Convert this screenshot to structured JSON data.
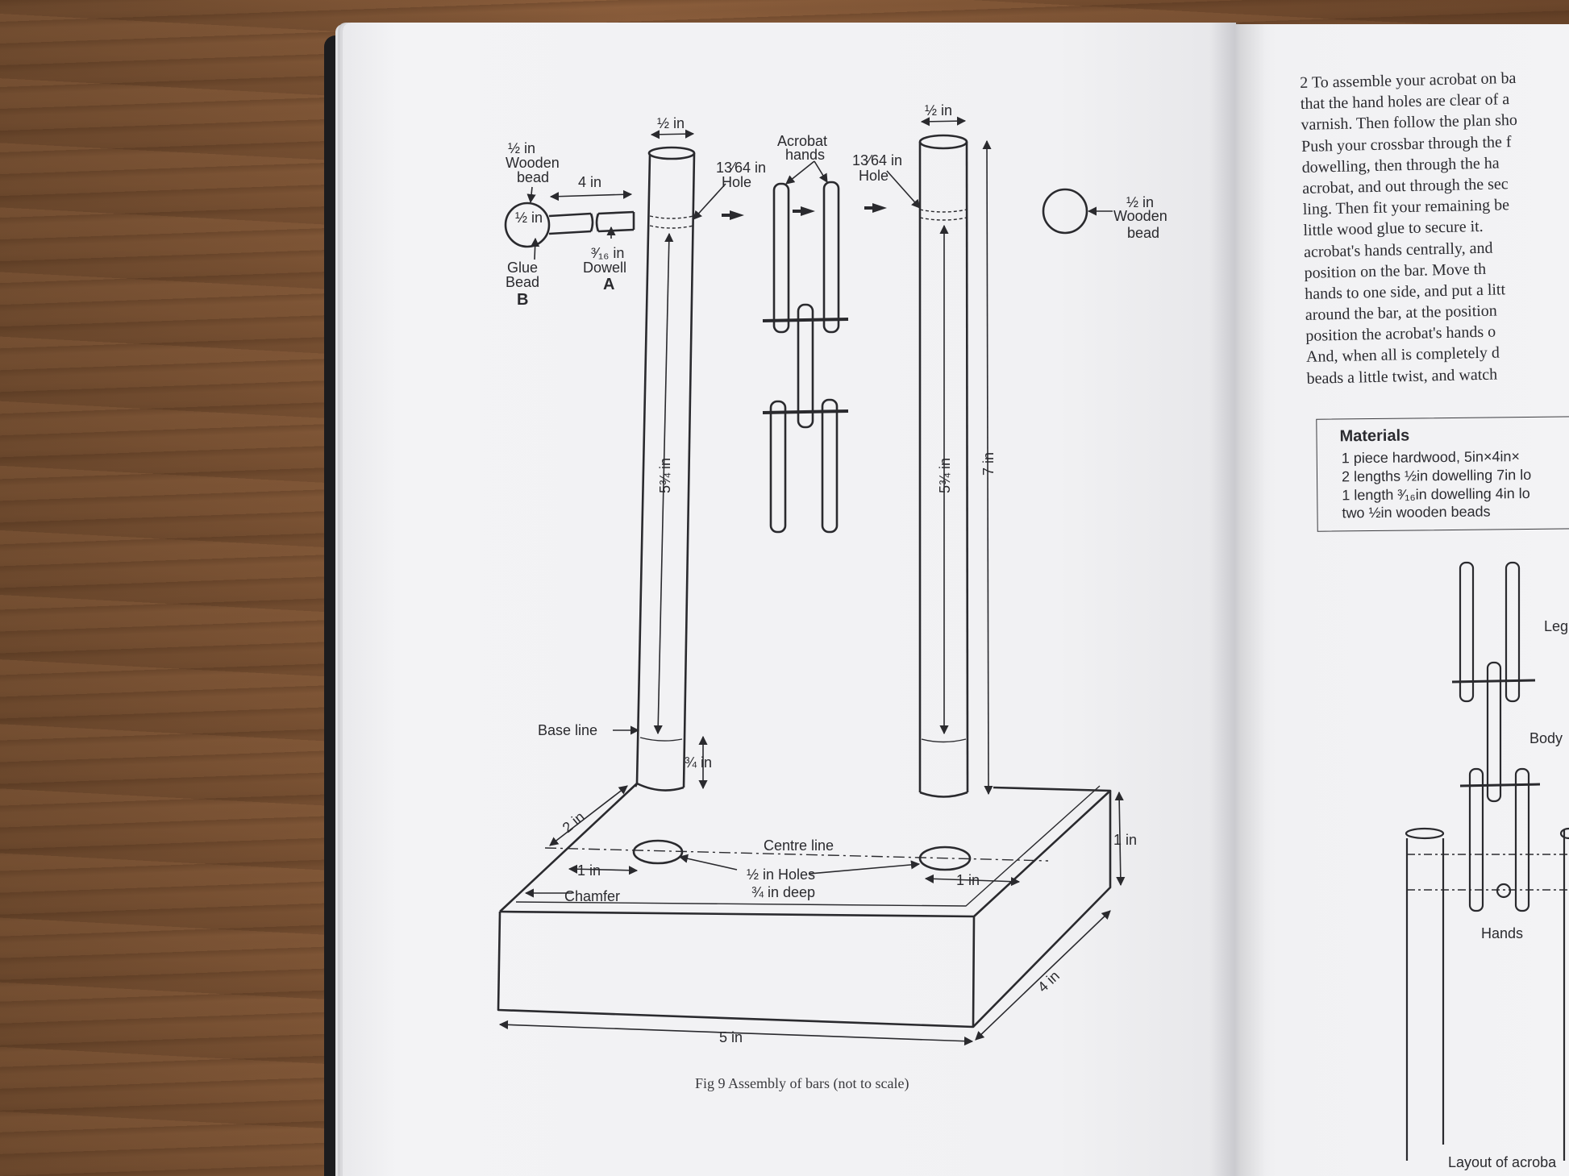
{
  "figure": {
    "caption": "Fig 9 Assembly of bars (not to scale)",
    "labels": {
      "bead_size": "½ in",
      "bead_word1": "Wooden",
      "bead_word2": "bead",
      "bead_inner": "½ in",
      "dowel_length": "4 in",
      "glue1": "Glue",
      "glue2": "Bead",
      "letter_b": "B",
      "dowel_size": "³⁄₁₆ in",
      "dowel_word": "Dowell",
      "letter_a": "A",
      "bar_top_left": "½ in",
      "hole_left_size": "13⁄64 in",
      "hole_left_word": "Hole",
      "acrobat1": "Acrobat",
      "acrobat2": "hands",
      "bar_top_right": "½ in",
      "hole_right_size": "13⁄64 in",
      "hole_right_word": "Hole",
      "bead_right_size": "½ in",
      "bead_right_word1": "Wooden",
      "bead_right_word2": "bead",
      "bar_left_length": "5¾ in",
      "bar_right_length": "5¾ in",
      "total_height": "7 in",
      "base_line": "Base line",
      "depth": "¾ in",
      "width_2in": "2 in",
      "centre_line": "Centre line",
      "offset_left": "1 in",
      "offset_right": "1 in",
      "holes1": "½ in Holes",
      "holes2": "¾ in deep",
      "chamfer": "Chamfer",
      "height_1in": "1 in",
      "depth_4in": "4 in",
      "width_5in": "5 in"
    }
  },
  "right_page": {
    "text_lines": [
      "2 To assemble your acrobat on ba",
      "that the hand holes are clear of a",
      "varnish. Then follow the plan sho",
      "Push your crossbar through the f",
      "dowelling, then through the ha",
      "acrobat, and out through the sec",
      "ling. Then fit your remaining be",
      "little wood glue to secure it.",
      "acrobat's hands centrally, and",
      "position on the bar. Move th",
      "hands to one side, and put a litt",
      "around the bar, at the position",
      "position the acrobat's hands o",
      "And, when all is completely d",
      "beads a little twist, and watch"
    ],
    "materials": {
      "title": "Materials",
      "items": [
        "1 piece hardwood, 5in×4in×",
        "2 lengths ½in dowelling 7in lo",
        "1 length ³⁄₁₆in dowelling 4in lo",
        "two ½in wooden beads"
      ]
    },
    "layout_labels": {
      "legs": "Leg",
      "body": "Body",
      "hands": "Hands",
      "layout": "Layout of acroba"
    }
  }
}
